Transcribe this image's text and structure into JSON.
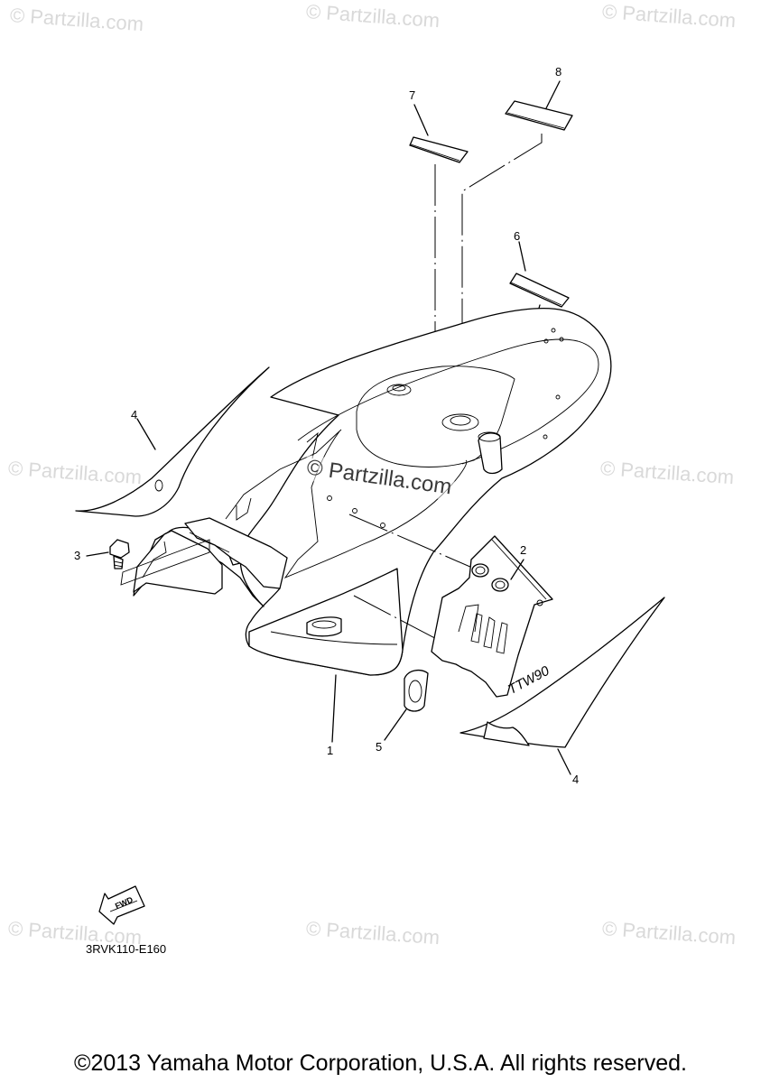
{
  "watermark": {
    "text": "© Partzilla.com",
    "center_text": "© Partzilla.com"
  },
  "callouts": [
    "1",
    "2",
    "3",
    "4",
    "4",
    "5",
    "6",
    "7",
    "8"
  ],
  "decal_text": "TTW90",
  "fwd_label": "FWD",
  "diagram_code": "3RVK110-E160",
  "copyright": "©2013 Yamaha Motor Corporation, U.S.A. All rights reserved.",
  "colors": {
    "line": "#000000",
    "watermark": "#d9d9d9",
    "background": "#ffffff"
  }
}
